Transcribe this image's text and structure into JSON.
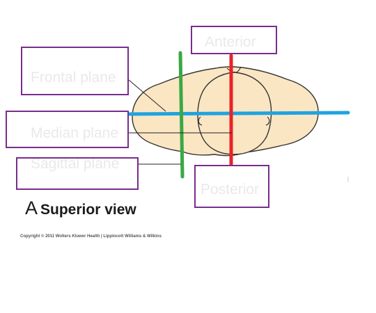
{
  "labels": {
    "anterior": "Anterior",
    "frontal_plane": "Frontal plane",
    "median_plane": "Median plane",
    "sagittal_plane": "Sagittal plane",
    "posterior": "Posterior"
  },
  "caption": {
    "letter": "A",
    "text": "Superior view"
  },
  "copyright": "Copyright © 2011 Wolters Kluwer Health | Lippincott Williams & Wilkins",
  "colors": {
    "organ_fill": "#fbe6c3",
    "organ_outline": "#333333",
    "frontal_plane_line": "#1fa3e0",
    "median_plane_line": "#e82328",
    "sagittal_plane_line": "#3aa845",
    "box_border": "#7a2c8c",
    "faint_text": "#e9e9e9"
  }
}
